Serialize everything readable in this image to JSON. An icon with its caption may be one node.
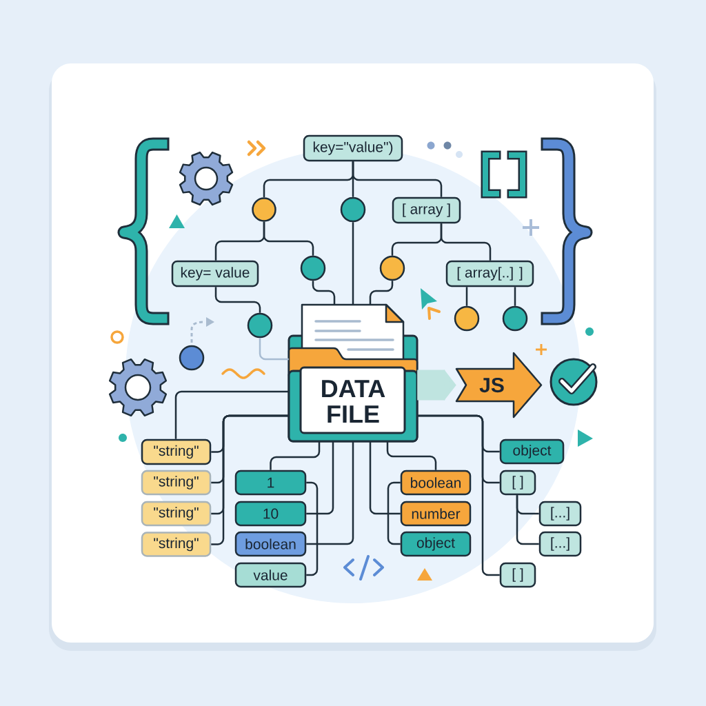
{
  "diagram": {
    "nodes": [
      {
        "text": [
          "key=\"value\")"
        ]
      },
      {
        "text": [],
        "shape": "circle"
      },
      {
        "text": [],
        "shape": "circle"
      },
      {
        "text": [
          "[ array ]"
        ]
      },
      {
        "text": [
          "key= value"
        ]
      },
      {
        "text": [],
        "shape": "circle"
      },
      {
        "text": [],
        "shape": "circle"
      },
      {
        "text": [
          "[ array[..] ]"
        ]
      },
      {
        "text": [],
        "shape": "circle"
      },
      {
        "text": [],
        "shape": "circle"
      },
      {
        "text": [],
        "shape": "circle"
      },
      {
        "text": [
          "DATA FILE"
        ]
      },
      {
        "text": [
          "JS"
        ]
      },
      {
        "text": [
          "\"string\""
        ]
      },
      {
        "text": [
          "\"string\""
        ]
      },
      {
        "text": [
          "\"string\""
        ]
      },
      {
        "text": [
          "\"string\""
        ]
      },
      {
        "text": [
          "1"
        ]
      },
      {
        "text": [
          "10"
        ]
      },
      {
        "text": [
          "boolean"
        ]
      },
      {
        "text": [
          "value"
        ]
      },
      {
        "text": [
          "boolean"
        ]
      },
      {
        "text": [
          "number"
        ]
      },
      {
        "text": [
          "object"
        ]
      },
      {
        "text": [
          "object"
        ]
      },
      {
        "text": [
          "[ ]"
        ]
      },
      {
        "text": [
          "[...]"
        ]
      },
      {
        "text": [
          "[...]"
        ]
      },
      {
        "text": [
          "[ ]"
        ]
      }
    ],
    "edges": [
      {
        "from": 0,
        "to": 1,
        "arrow": "none"
      },
      {
        "from": 0,
        "to": 2,
        "arrow": "none"
      },
      {
        "from": 0,
        "to": 3,
        "arrow": "none"
      },
      {
        "from": 1,
        "to": 4,
        "arrow": "none"
      },
      {
        "from": 1,
        "to": 5,
        "arrow": "none"
      },
      {
        "from": 2,
        "to": 11,
        "arrow": "none"
      },
      {
        "from": 3,
        "to": 6,
        "arrow": "none"
      },
      {
        "from": 3,
        "to": 7,
        "arrow": "none"
      },
      {
        "from": 4,
        "to": 8,
        "arrow": "none"
      },
      {
        "from": 5,
        "to": 11,
        "arrow": "none"
      },
      {
        "from": 6,
        "to": 11,
        "arrow": "none"
      },
      {
        "from": 7,
        "to": 9,
        "arrow": "none"
      },
      {
        "from": 7,
        "to": 10,
        "arrow": "none"
      },
      {
        "from": 8,
        "to": 11,
        "arrow": "none",
        "color": "#a8bcd2"
      },
      {
        "from": 11,
        "to": 12,
        "arrow": "to",
        "style": "thick",
        "color": "#bfe4e0"
      },
      {
        "from": 11,
        "to": 13,
        "arrow": "none"
      },
      {
        "from": 11,
        "to": 13,
        "arrow": "none"
      },
      {
        "from": 11,
        "to": 14,
        "arrow": "none"
      },
      {
        "from": 11,
        "to": 15,
        "arrow": "none"
      },
      {
        "from": 11,
        "to": 16,
        "arrow": "none"
      },
      {
        "from": 11,
        "to": 17,
        "arrow": "none"
      },
      {
        "from": 11,
        "to": 18,
        "arrow": "none"
      },
      {
        "from": 11,
        "to": 19,
        "arrow": "none"
      },
      {
        "from": 17,
        "to": 20,
        "arrow": "none"
      },
      {
        "from": 11,
        "to": 21,
        "arrow": "none"
      },
      {
        "from": 11,
        "to": 22,
        "arrow": "none"
      },
      {
        "from": 21,
        "to": 23,
        "arrow": "none"
      },
      {
        "from": 11,
        "to": 24,
        "arrow": "none"
      },
      {
        "from": 11,
        "to": 25,
        "arrow": "none"
      },
      {
        "from": 11,
        "to": 28,
        "arrow": "none"
      },
      {
        "from": 25,
        "to": 26,
        "arrow": "none"
      },
      {
        "from": 25,
        "to": 27,
        "arrow": "none"
      }
    ]
  }
}
